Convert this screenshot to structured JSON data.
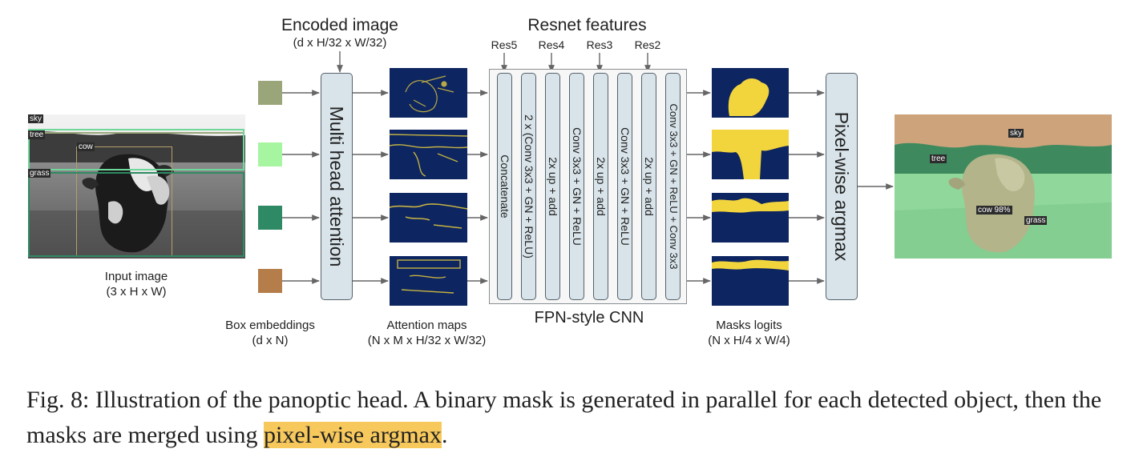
{
  "header": {
    "encoded_title": "Encoded image",
    "encoded_dims": "(d x H/32 x W/32)",
    "resnet_title": "Resnet features",
    "res_labels": [
      "Res5",
      "Res4",
      "Res3",
      "Res2"
    ]
  },
  "input_image": {
    "tags": [
      "sky",
      "tree",
      "cow",
      "grass"
    ],
    "label": "Input image",
    "dims": "(3 x H x W)"
  },
  "box_embeddings": {
    "colors": [
      "#9aa57a",
      "#a6f5a0",
      "#2e8a64",
      "#b57d4a"
    ],
    "label": "Box embeddings",
    "dims": "(d x N)"
  },
  "attention": {
    "module": "Multi head attention",
    "maps_label": "Attention maps",
    "maps_dims": "(N x M x H/32 x W/32)"
  },
  "fpn": {
    "layers": [
      "Concatenate",
      "2 x (Conv 3x3 + GN + ReLU)",
      "2x up + add",
      "Conv 3x3 + GN + ReLU",
      "2x up + add",
      "Conv 3x3 + GN + ReLU",
      "2x up + add",
      "Conv 3x3 + GN + ReLU + Conv 3x3"
    ],
    "label": "FPN-style CNN"
  },
  "masks": {
    "label": "Masks logits",
    "dims": "(N x H/4 x W/4)"
  },
  "argmax": {
    "module": "Pixel-wise argmax"
  },
  "output_image": {
    "tags": [
      "sky",
      "tree",
      "cow 98%",
      "grass"
    ]
  },
  "caption": {
    "prefix": "Fig. 8: Illustration of the panoptic head. A binary mask is generated in parallel for each detected object, then the masks are merged using ",
    "highlight": "pixel-wise argmax",
    "suffix": "."
  },
  "colors": {
    "module_fill": "#d8e4ea",
    "map_bg": "#0d2560",
    "map_fg": "#f2d53c",
    "highlight": "#f7c95c"
  }
}
